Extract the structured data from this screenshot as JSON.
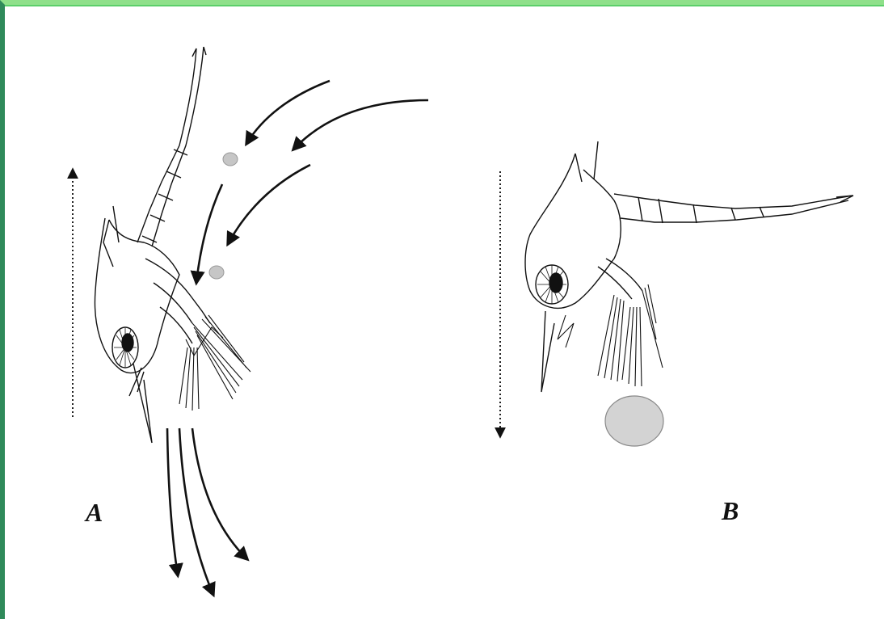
{
  "labels": {
    "panel_a": "A",
    "panel_b": "B"
  },
  "colors": {
    "frame_top": "#8fe08a",
    "frame_left": "#2f8a5a",
    "particle": "#cccccc",
    "ink": "#111111"
  },
  "icons": [
    "arrow-up-dotted",
    "arrow-down-dotted",
    "flow-arrow",
    "food-particle"
  ]
}
